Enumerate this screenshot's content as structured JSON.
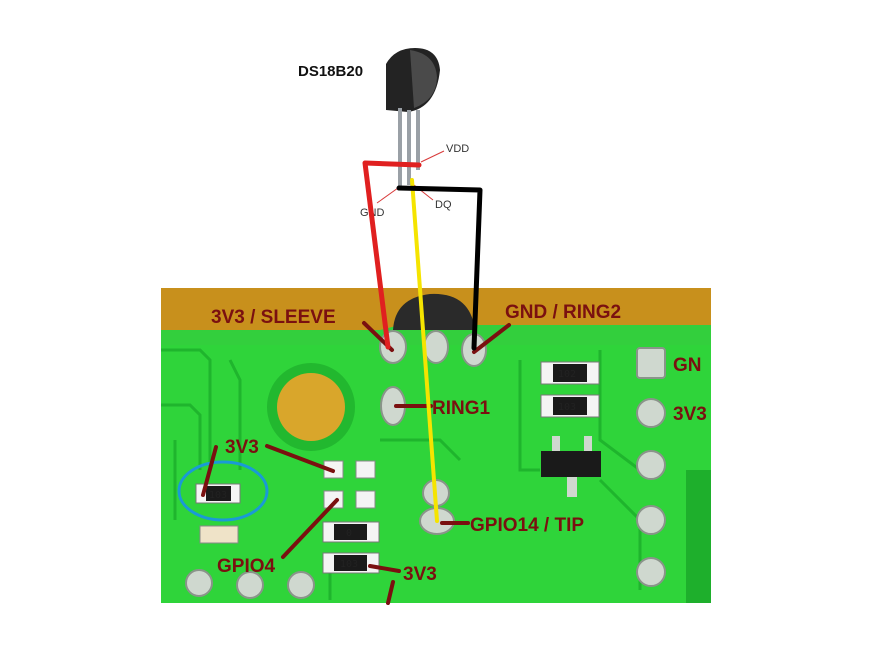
{
  "sensor": {
    "name": "DS18B20",
    "pins": {
      "vdd": "VDD",
      "dq": "DQ",
      "gnd": "GND"
    }
  },
  "board": {
    "labels": {
      "sleeve": "3V3 / SLEEVE",
      "ring2": "GND / RING2",
      "ring1": "RING1",
      "tip": "GPIO14 / TIP",
      "gpio4": "GPIO4",
      "left_3v3": "3V3",
      "bottom_3v3": "3V3",
      "header_gnd": "GN",
      "header_3v3": "3V3"
    },
    "smd_codes": {
      "r_highlight": "103",
      "r_top_right_1": "102",
      "r_top_right_2": "103",
      "r_center_1": "0",
      "r_center_2": "103"
    }
  },
  "colors": {
    "pcb": "#2fd43a",
    "pcb_edge": "#c8901c",
    "label": "#7a1010",
    "wire_vdd": "#e02020",
    "wire_dq": "#f5e400",
    "wire_gnd": "#000000",
    "highlight_ring": "#1a9ad6"
  }
}
